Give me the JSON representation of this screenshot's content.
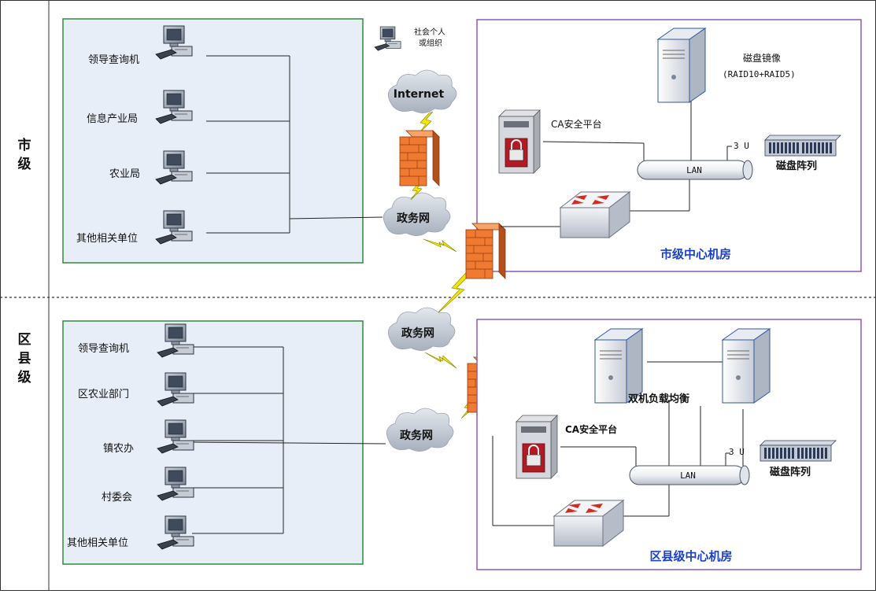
{
  "tiers": {
    "city": {
      "label_chars": [
        "市",
        "级"
      ],
      "clients": [
        "领导查询机",
        "信息产业局",
        "农业局",
        "其他相关单位"
      ],
      "public_user": [
        "社会个人",
        "或组织"
      ],
      "internet": "Internet",
      "gov_net": "政务网",
      "ca": "CA安全平台",
      "storage_mirror": [
        "磁盘镜像",
        "(RAID10+RAID5)"
      ],
      "lan": "LAN",
      "rack_u": "3 U",
      "disk_array": "磁盘阵列",
      "room": "市级中心机房"
    },
    "county": {
      "label_chars": [
        "区",
        "县",
        "级"
      ],
      "clients": [
        "领导查询机",
        "区农业部门",
        "镇农办",
        "村委会",
        "其他相关单位"
      ],
      "gov_net_top": "政务网",
      "gov_net_mid": "政务网",
      "load_balance": "双机负载均衡",
      "ca": "CA安全平台",
      "lan": "LAN",
      "rack_u": "3 U",
      "disk_array": "磁盘阵列",
      "room": "区县级中心机房"
    }
  },
  "colors": {
    "client_panel_border": "#2e8b3a",
    "client_panel_fill": "#e8eef7",
    "room_border": "#8a5bb5",
    "room_title": "#1a3fc9",
    "bolt": "#f2e600",
    "firewall": "#f07a30"
  }
}
